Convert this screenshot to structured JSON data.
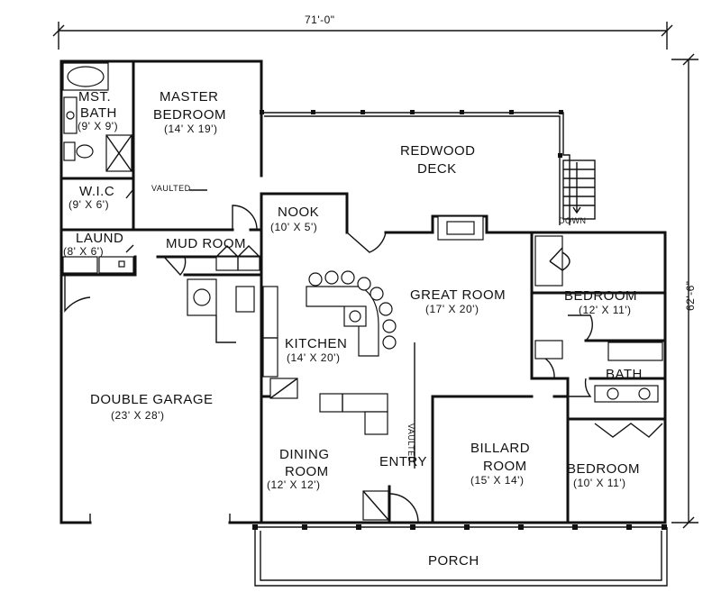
{
  "dimensions": {
    "width": "71'-0\"",
    "depth": "62'-6\""
  },
  "rooms": {
    "mst_bath": {
      "line1": "MST.",
      "line2": "BATH",
      "size": "(9' X 9')"
    },
    "master_bedroom": {
      "line1": "MASTER",
      "line2": "BEDROOM",
      "size": "(14' X 19')"
    },
    "wic": {
      "name": "W.I.C",
      "size": "(9' X 6')"
    },
    "laund": {
      "name": "LAUND",
      "size": "(8' X 6')"
    },
    "mud_room": {
      "name": "MUD ROOM"
    },
    "nook": {
      "name": "NOOK",
      "size": "(10' X 5')"
    },
    "redwood_deck": {
      "line1": "REDWOOD",
      "line2": "DECK"
    },
    "great_room": {
      "name": "GREAT ROOM",
      "size": "(17' X 20')"
    },
    "bedroom_1": {
      "name": "BEDROOM",
      "size": "(12' X 11')"
    },
    "bath": {
      "name": "BATH"
    },
    "kitchen": {
      "name": "KITCHEN",
      "size": "(14' X 20')"
    },
    "double_garage": {
      "name": "DOUBLE GARAGE",
      "size": "(23' X 28')"
    },
    "dining_room": {
      "line1": "DINING",
      "line2": "ROOM",
      "size": "(12' X 12')"
    },
    "entry": {
      "name": "ENTRY"
    },
    "billard_room": {
      "line1": "BILLARD",
      "line2": "ROOM",
      "size": "(15' X 14')"
    },
    "bedroom_2": {
      "name": "BEDROOM",
      "size": "(10' X 11')"
    },
    "porch": {
      "name": "PORCH"
    }
  },
  "notes": {
    "vaulted_1": "VAULTED",
    "vaulted_2": "VAULTED",
    "down": "DOWN"
  }
}
